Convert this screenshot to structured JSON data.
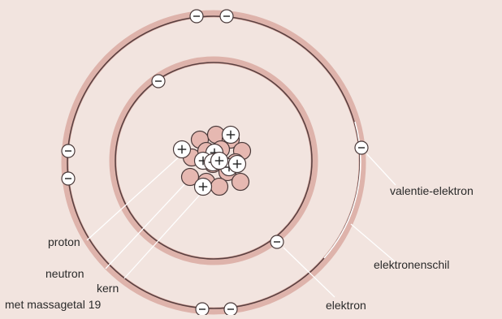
{
  "colors": {
    "background": "#f2e4df",
    "shell_glow": "#d7a39a",
    "shell_line": "#5a4040",
    "neutron_fill": "#e6b8b1",
    "proton_fill": "#ffffff",
    "outline": "#4a3a3a",
    "leader_line": "#ffffff"
  },
  "particles": {
    "electron_symbol": "−",
    "proton_symbol": "+"
  },
  "labels": {
    "valence_electron": "valentie-elektron",
    "electron_shell": "elektronenschil",
    "proton": "proton",
    "neutron": "neutron",
    "nucleus": "kern",
    "mass_number": "met massagetal 19",
    "electron": "elektron"
  }
}
